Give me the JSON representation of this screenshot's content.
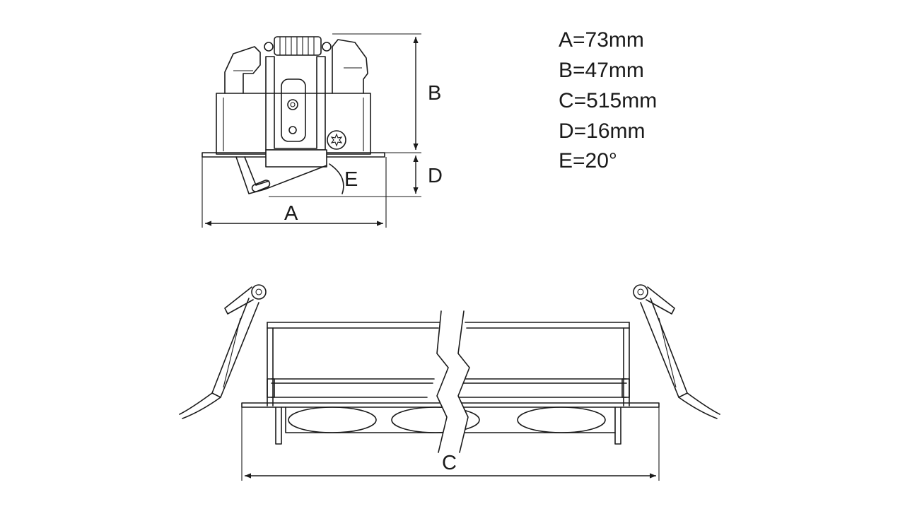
{
  "labels": {
    "a": "A",
    "b": "B",
    "c": "C",
    "d": "D",
    "e": "E"
  },
  "specs": [
    "A=73mm",
    "B=47mm",
    "C=515mm",
    "D=16mm",
    "E=20°"
  ]
}
